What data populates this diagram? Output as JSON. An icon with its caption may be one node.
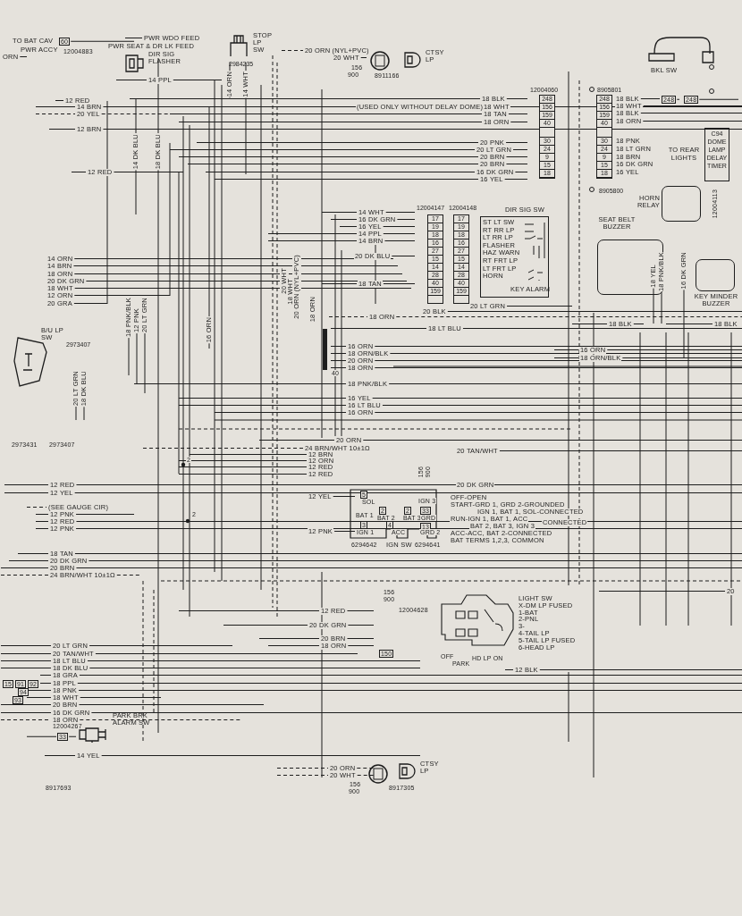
{
  "diagram": {
    "nodes": [
      {
        "text": [
          "DIR SIG FLASHER"
        ]
      },
      {
        "text": [
          "STOP LP SW"
        ],
        "beside": [
          "2984235"
        ]
      },
      {
        "text": [
          "CTSY LP"
        ]
      },
      {
        "text": [
          "BKL SW"
        ]
      },
      {
        "text": [
          "DIR SIG SW",
          "ST LT SW",
          "RT RR LP",
          "LT RR LP",
          "FLASHER",
          "HAZ WARN",
          "RT FRT LP",
          "LT FRT LP",
          "HORN",
          "KEY ALARM"
        ]
      },
      {
        "text": [
          "C94 DOME LAMP DELAY TIMER"
        ]
      },
      {
        "text": [
          "HORN RELAY"
        ]
      },
      {
        "text": [
          "SEAT BELT BUZZER"
        ]
      },
      {
        "text": [
          "KEY MINDER BUZZER"
        ]
      },
      {
        "text": [
          "IGN SW"
        ]
      },
      {
        "text": [
          "LIGHT SW",
          "X-DM LP FUSED",
          "1-BAT",
          "2-PNL",
          "3-",
          "4-TAIL LP",
          "5-TAIL LP FUSED",
          "6-HEAD LP"
        ]
      },
      {
        "text": [
          "PARK BRK ALARM SW"
        ]
      },
      {
        "text": [
          "B/U LP SW"
        ],
        "beside": [
          "2973407"
        ]
      },
      {
        "text": [
          "CTSY LP"
        ]
      },
      {
        "text": [
          "248",
          "156",
          "159",
          "40",
          "30",
          "24",
          "9",
          "15",
          "18"
        ],
        "beside": [
          "12004060"
        ]
      },
      {
        "text": [
          "248",
          "156",
          "159",
          "40",
          "30",
          "24",
          "9",
          "15",
          "18"
        ],
        "beside": [
          "8905801",
          "8905800"
        ]
      },
      {
        "text": [
          "17",
          "19",
          "18",
          "16",
          "27",
          "15",
          "14",
          "28",
          "40",
          "159"
        ],
        "beside": [
          "12004147"
        ]
      },
      {
        "text": [
          "17",
          "19",
          "18",
          "16",
          "27",
          "15",
          "14",
          "28",
          "40",
          "159"
        ],
        "beside": [
          "12004148"
        ]
      }
    ],
    "labels": [
      "TO BAT CAV",
      "60",
      "PWR WDO FEED",
      "PWR SEAT & DR LK FEED",
      "PWR ACCY",
      "12004883",
      "ORN",
      "14 PPL",
      "12 RED",
      "14 BRN",
      "20 YEL",
      "12 BRN",
      "12 RED",
      "14 DK BLU",
      "18 DK BLU",
      "14 ORN",
      "14 WHT",
      "14 ORN",
      "14 BRN",
      "18 ORN",
      "20 DK GRN",
      "18 WHT",
      "12 ORN",
      "20 GRA",
      "18 PNK/BLK",
      "12 PNK",
      "20 LT GRN",
      "16 ORN",
      "20 LT GRN",
      "18 DK BLU",
      "2973431",
      "2973407",
      "12 RED",
      "12 YEL",
      "(SEE GAUGE CIR)",
      "12 PNK",
      "12 RED",
      "12 PNK",
      "18 TAN",
      "20 DK GRN",
      "20 BRN",
      "24 BRN/WHT 10±1Ω",
      "2",
      "2",
      "20 ORN (NYL+PVC)",
      "20 WHT",
      "156",
      "900",
      "8911166",
      "18 BLK",
      "(USED ONLY WITHOUT DELAY DOME)",
      "18 WHT",
      "18 TAN",
      "18 ORN",
      "20 PNK",
      "20 LT GRN",
      "20 BRN",
      "20 BRN",
      "16 DK GRN",
      "16 YEL",
      "14 WHT",
      "16 DK GRN",
      "16 YEL",
      "14 PPL",
      "14 BRN",
      "20 DK BLU",
      "18 TAN",
      "20 LT GRN",
      "20 BLK",
      "20 WHT",
      "18 WHT",
      "20 ORN (NYL+PVC)",
      "18 ORN",
      "18 ORN",
      "18 LT BLU",
      "16 ORN",
      "18 ORN/BLK",
      "20 ORN",
      "18 ORN",
      "40",
      "18 PNK/BLK",
      "16 YEL",
      "16 LT BLU",
      "16 ORN",
      "20 ORN",
      "24 BRN/WHT 10±1Ω",
      "12 BRN",
      "12 ORN",
      "12 RED",
      "12 RED",
      "20 TAN/WHT",
      "20 DK GRN",
      "12 YEL",
      "12 PNK",
      "5",
      "SOL",
      "BAT 1",
      "3",
      "IGN 1",
      "2",
      "BAT 2",
      "4",
      "ACC",
      "2",
      "BAT 3",
      "IGN 3",
      "33",
      "GRD",
      "13",
      "GRD 2",
      "6294642",
      "6294641",
      "156",
      "900",
      "OFF-OPEN",
      "START-GRD 1, GRD 2-GROUNDED",
      "IGN 1, BAT 1, SOL-CONNECTED",
      "RUN-IGN 1, BAT 1, ACC",
      "BAT 2, BAT 3, IGN 3",
      "CONNECTED",
      "ACC-ACC, BAT 2-CONNECTED",
      "BAT TERMS 1,2,3, COMMON",
      "156",
      "20",
      "900",
      "12 RED",
      "12004628",
      "20 DK GRN",
      "20 BRN",
      "18 ORN",
      "150",
      "OFF",
      "PARK",
      "HD LP ON",
      "12 BLK",
      "20 LT GRN",
      "20 TAN/WHT",
      "18 LT BLU",
      "18 DK BLU",
      "18 GRA",
      "18 PPL",
      "18 PNK",
      "18 WHT",
      "20 BRN",
      "16 DK GRN",
      "18 ORN",
      "15",
      "91",
      "92",
      "94",
      "93",
      "12004267",
      "33",
      "14 YEL",
      "8917693",
      "20 ORN",
      "20 WHT",
      "156",
      "900",
      "8917305",
      "18 BLK",
      "248",
      "248",
      "18 WHT",
      "18 BLK",
      "18 ORN",
      "18 PNK",
      "18 LT GRN",
      "18 BRN",
      "16 DK GRN",
      "16 YEL",
      "TO REAR LIGHTS",
      "12004113",
      "18 YEL",
      "18 PNK/BLK",
      "16 DK GRN",
      "18 BLK",
      "18 BLK",
      "16 ORN",
      "18 ORN/BLK"
    ]
  }
}
